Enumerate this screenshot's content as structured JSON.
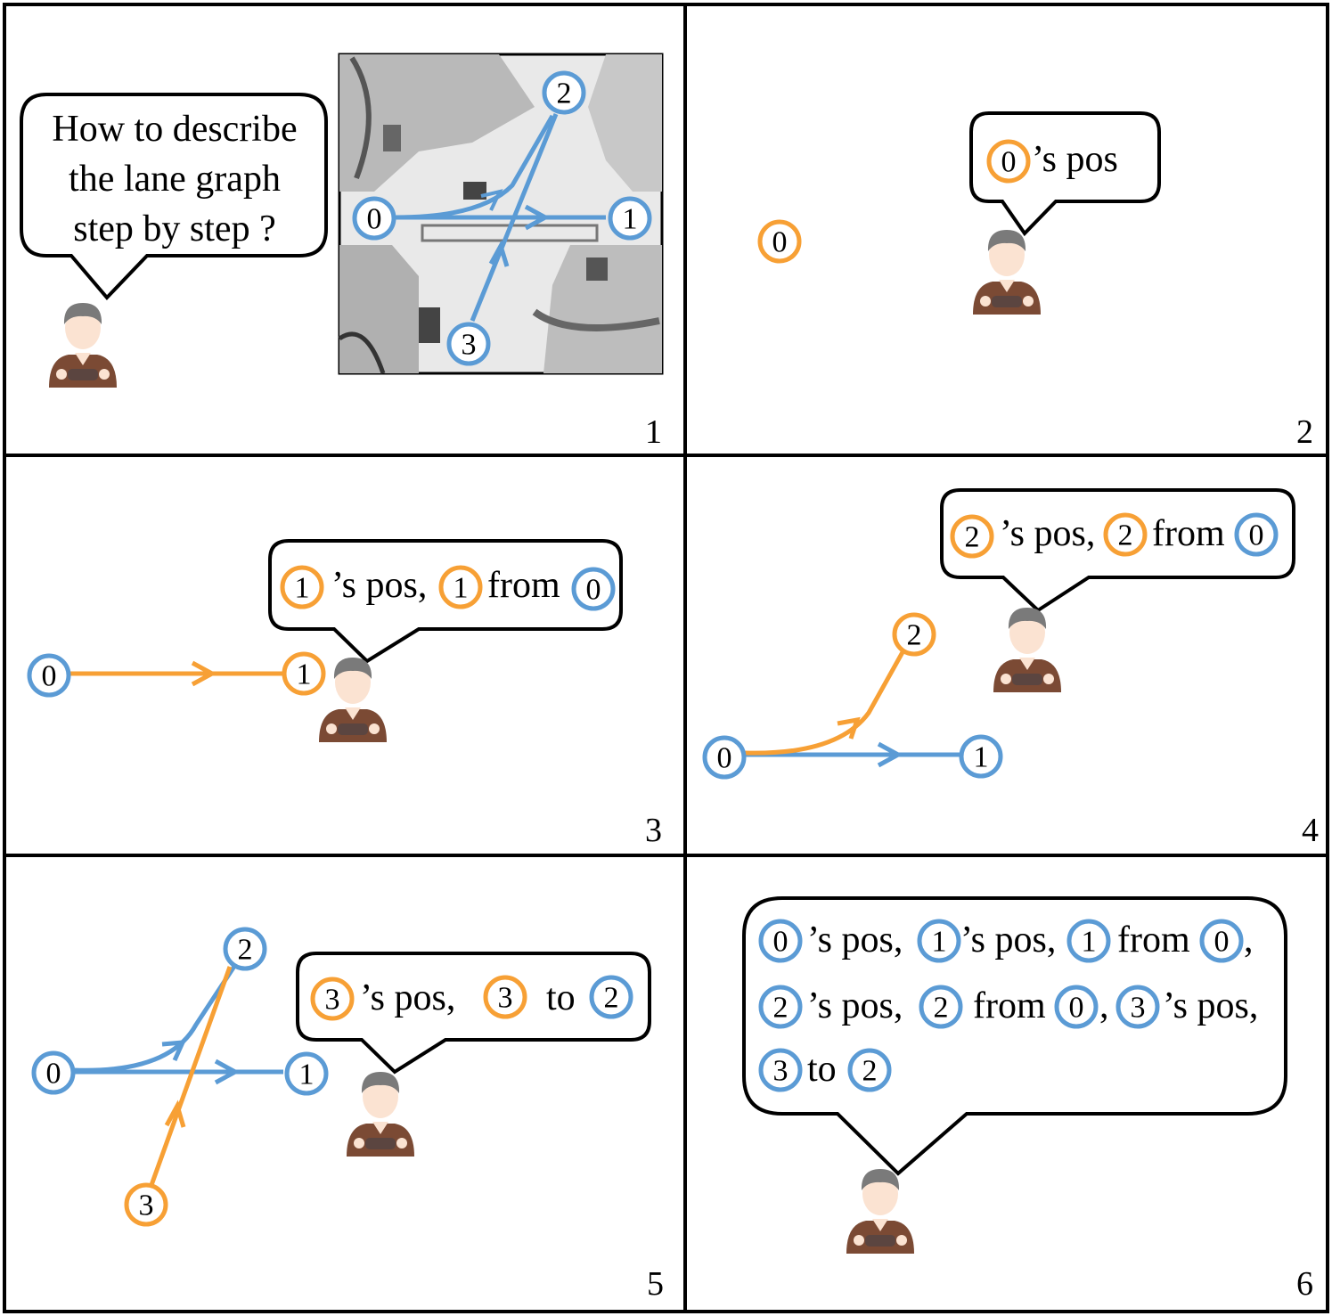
{
  "colors": {
    "blue": "#5B9BD5",
    "orange": "#F7A035",
    "ink": "#000000",
    "skin": "#FBE3D2",
    "hair": "#7A7A7A",
    "shirt": "#7B4A34"
  },
  "panels": [
    {
      "number": "1",
      "question_lines": [
        "How to describe",
        "the lane graph",
        "step by step ?"
      ]
    },
    {
      "number": "2",
      "speech_text": "’s pos"
    },
    {
      "number": "3",
      "speech_text_1": "’s pos,",
      "speech_text_2": "from"
    },
    {
      "number": "4",
      "speech_text_1": "’s pos,",
      "speech_text_2": "from"
    },
    {
      "number": "5",
      "speech_text_1": "’s pos,",
      "speech_text_2": "to"
    },
    {
      "number": "6",
      "line1": [
        "’s pos,",
        "’s pos,",
        "from",
        ","
      ],
      "line2": [
        "’s pos,",
        "from",
        ",",
        "’s pos,"
      ],
      "line3": [
        "to"
      ]
    }
  ],
  "node_labels": [
    "0",
    "1",
    "2",
    "3"
  ],
  "icons": {
    "person": "person-driver-icon",
    "map": "aerial-intersection-map"
  }
}
